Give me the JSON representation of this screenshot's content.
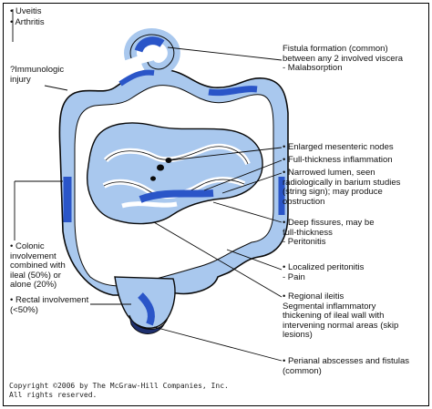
{
  "diagram": {
    "left_labels": {
      "uveitis": "• Uveitis",
      "arthritis": "• Arthritis",
      "immunologic": "?Immunologic\ninjury",
      "colonic": "• Colonic\n  involvement\n  combined with\n  ileal (50%) or\n  alone (20%)",
      "rectal": "• Rectal involvement\n  (<50%)"
    },
    "right_labels": {
      "fistula": "Fistula formation (common)\nbetween any 2 involved viscera\n- Malabsorption",
      "nodes": "• Enlarged mesenteric nodes",
      "full_thickness": "• Full-thickness inflammation",
      "narrowed": "• Narrowed lumen, seen\n  radiologically in barium studies\n  (string sign); may produce\n  obstruction",
      "fissures": "• Deep fissures, may be\n  full-thickness\n  - Peritonitis",
      "peritonitis": "• Localized peritonitis\n  - Pain",
      "ileitis": "• Regional ileitis\n  Segmental inflammatory\n  thickening of ileal wall with\n  intervening normal areas (skip\n  lesions)",
      "perianal": "• Perianal abscesses and fistulas\n  (common)"
    },
    "copyright": "Copyright ©2006 by The McGraw-Hill Companies, Inc.\nAll rights reserved.",
    "colors": {
      "bowel_fill": "#a9c8ee",
      "bowel_inner": "#c6dcf6",
      "inflamed": "#2a55c8",
      "outline": "#0a0a0a"
    }
  }
}
